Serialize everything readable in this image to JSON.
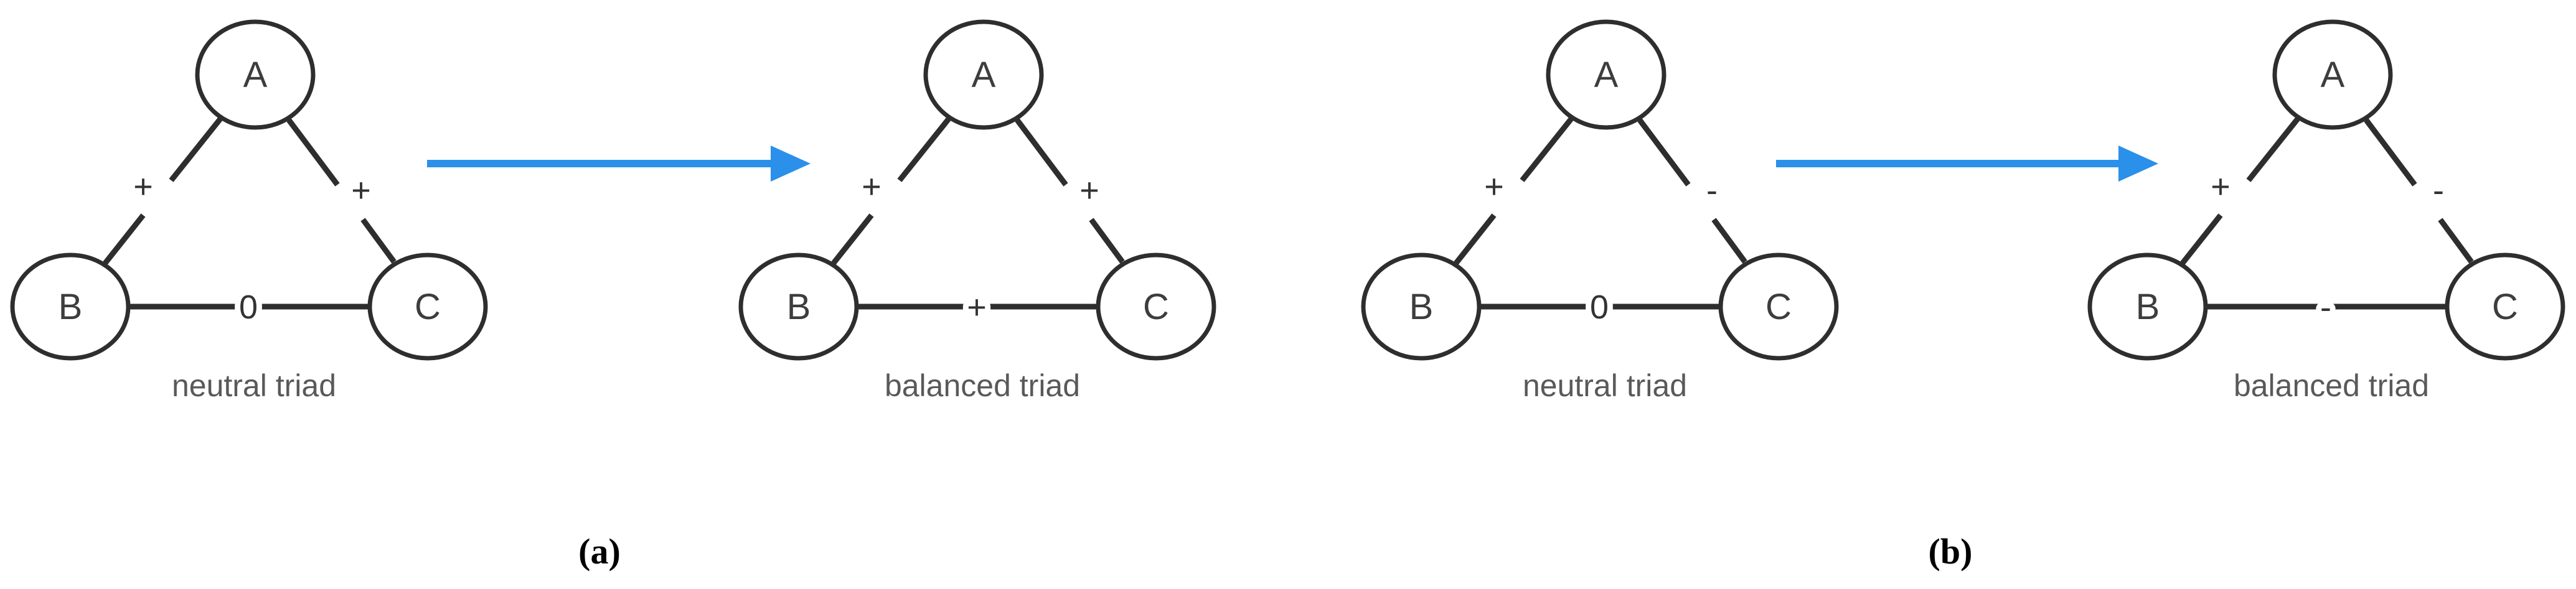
{
  "figure": {
    "background": "#ffffff",
    "colors": {
      "edge": "#2e2e2e",
      "node_stroke": "#2e2e2e",
      "node_text": "#3d3d3d",
      "edge_label": "#333333",
      "caption": "#595959",
      "panel_label": "#000000",
      "arrow": "#2b90e9"
    },
    "panels": [
      {
        "label": "(a)",
        "before": {
          "caption": "neutral triad",
          "nodes": {
            "a": "A",
            "b": "B",
            "c": "C"
          },
          "edges": {
            "ab": "+",
            "ac": "+",
            "bc": "0"
          }
        },
        "after": {
          "caption": "balanced triad",
          "nodes": {
            "a": "A",
            "b": "B",
            "c": "C"
          },
          "edges": {
            "ab": "+",
            "ac": "+",
            "bc": "+"
          }
        }
      },
      {
        "label": "(b)",
        "before": {
          "caption": "neutral triad",
          "nodes": {
            "a": "A",
            "b": "B",
            "c": "C"
          },
          "edges": {
            "ab": "+",
            "ac": "-",
            "bc": "0"
          }
        },
        "after": {
          "caption": "balanced triad",
          "nodes": {
            "a": "A",
            "b": "B",
            "c": "C"
          },
          "edges": {
            "ab": "+",
            "ac": "-",
            "bc": "-"
          }
        }
      }
    ]
  }
}
